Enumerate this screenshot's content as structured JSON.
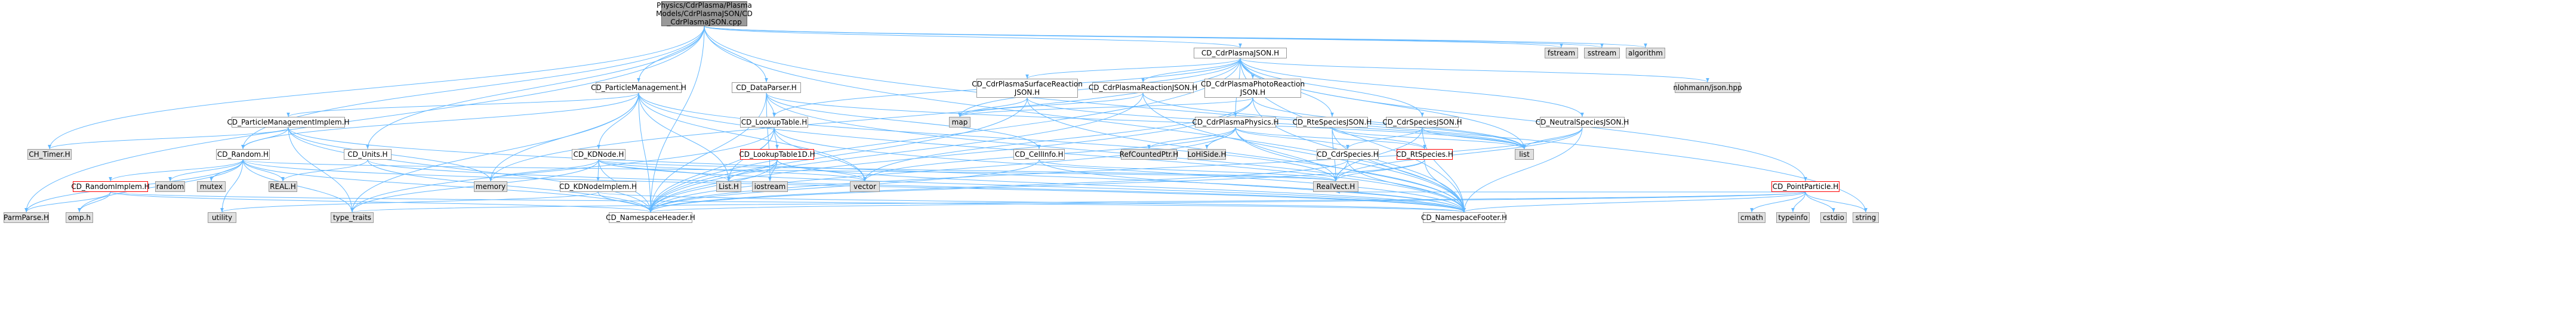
{
  "diagram": {
    "root": [
      "Physics/CdrPlasma/Plasma",
      "Models/CdrPlasmaJSON/CD",
      "_CdrPlasmaJSON.cpp"
    ],
    "nodes": {
      "cdrplasmajson_h": "CD_CdrPlasmaJSON.H",
      "fstream": "fstream",
      "sstream": "sstream",
      "algorithm": "algorithm",
      "nlohmann": "nlohmann/json.hpp",
      "particlemanagement_h": "CD_ParticleManagement.H",
      "dataparser_h": "CD_DataParser.H",
      "surfacereaction_h": [
        "CD_CdrPlasmaSurfaceReaction",
        "JSON.H"
      ],
      "reactionjson_h": "CD_CdrPlasmaReactionJSON.H",
      "photoreaction_h": [
        "CD_CdrPlasmaPhotoReaction",
        "JSON.H"
      ],
      "map": "map",
      "pmimplem_h": "CD_ParticleManagementImplem.H",
      "lookuptable_h": "CD_LookupTable.H",
      "cdrplasmaphysics_h": "CD_CdrPlasmaPhysics.H",
      "rtespecies_h": "CD_RteSpeciesJSON.H",
      "cdrspeciesjson_h": "CD_CdrSpeciesJSON.H",
      "neutralspecies_h": "CD_NeutralSpeciesJSON.H",
      "list": "list",
      "ch_timer": "CH_Timer.H",
      "random_h": "CD_Random.H",
      "units_h": "CD_Units.H",
      "kdnode_h": "CD_KDNode.H",
      "lookuptable1d_h": "CD_LookupTable1D.H",
      "cellinfo_h": "CD_CellInfo.H",
      "refcounted": "RefCountedPtr.H",
      "loadside": "LoHiSide.H",
      "cdrspecies_h": "CD_CdrSpecies.H",
      "rtspecies_h": "CD_RtSpecies.H",
      "randomimplem_h": "CD_RandomImplem.H",
      "random": "random",
      "mutex": "mutex",
      "real_h": "REAL.H",
      "memory": "memory",
      "kdnodeimplem_h": "CD_KDNodeImplem.H",
      "list_h": "List.H",
      "iostream": "iostream",
      "vector": "vector",
      "realvect_h": "RealVect.H",
      "pointparticle_h": "CD_PointParticle.H",
      "parmparse_h": "ParmParse.H",
      "omp_h": "omp.h",
      "utility": "utility",
      "type_traits": "type_traits",
      "namespaceheader_h": "CD_NamespaceHeader.H",
      "namespacefooter_h": "CD_NamespaceFooter.H",
      "cmath": "cmath",
      "typeinfo": "typeinfo",
      "cstdio": "cstdio",
      "string": "string"
    }
  },
  "colors": {
    "edge": "#63b8ff",
    "node_border": "#999999",
    "system_fill": "#e0e0e0",
    "root_fill": "#999999",
    "missing_border": "#ff0000"
  }
}
